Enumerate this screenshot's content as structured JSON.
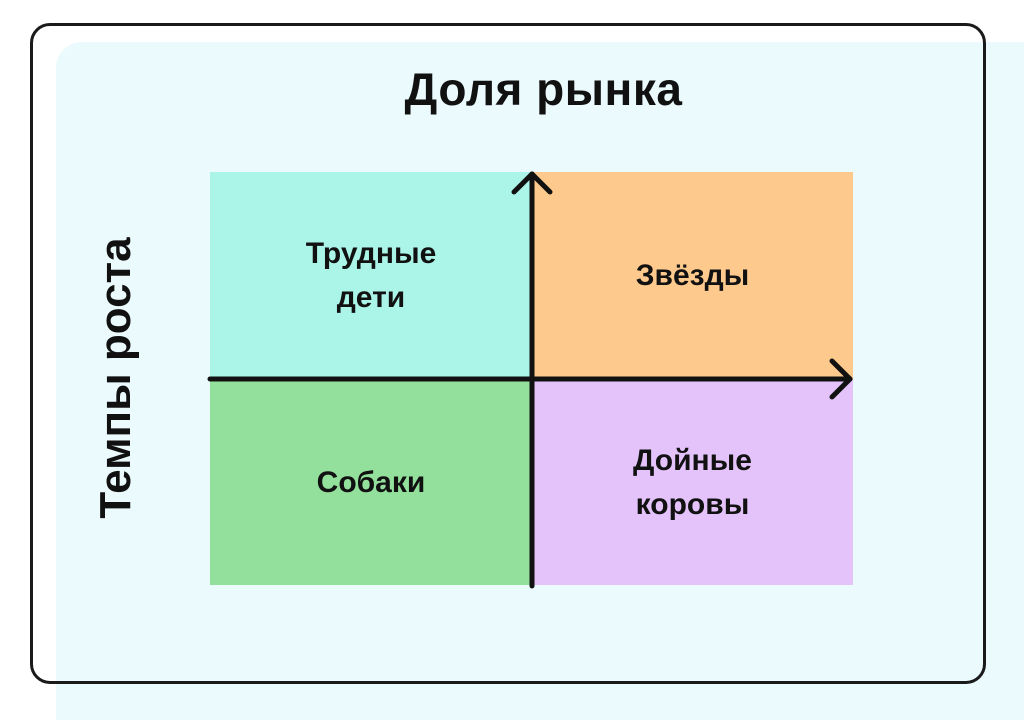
{
  "title": "Доля рынка",
  "y_label": "Темпы роста",
  "quadrants": {
    "top_left": {
      "label": "Трудные\nдети",
      "color": "#abf5e8"
    },
    "top_right": {
      "label": "Звёзды",
      "color": "#fdc98d"
    },
    "bottom_left": {
      "label": "Собаки",
      "color": "#92e09b"
    },
    "bottom_right": {
      "label": "Дойные\nкоровы",
      "color": "#e4c3fb"
    }
  },
  "colors": {
    "background_panel": "#eafafd",
    "frame": "#1a1a1a",
    "axis": "#111111"
  }
}
